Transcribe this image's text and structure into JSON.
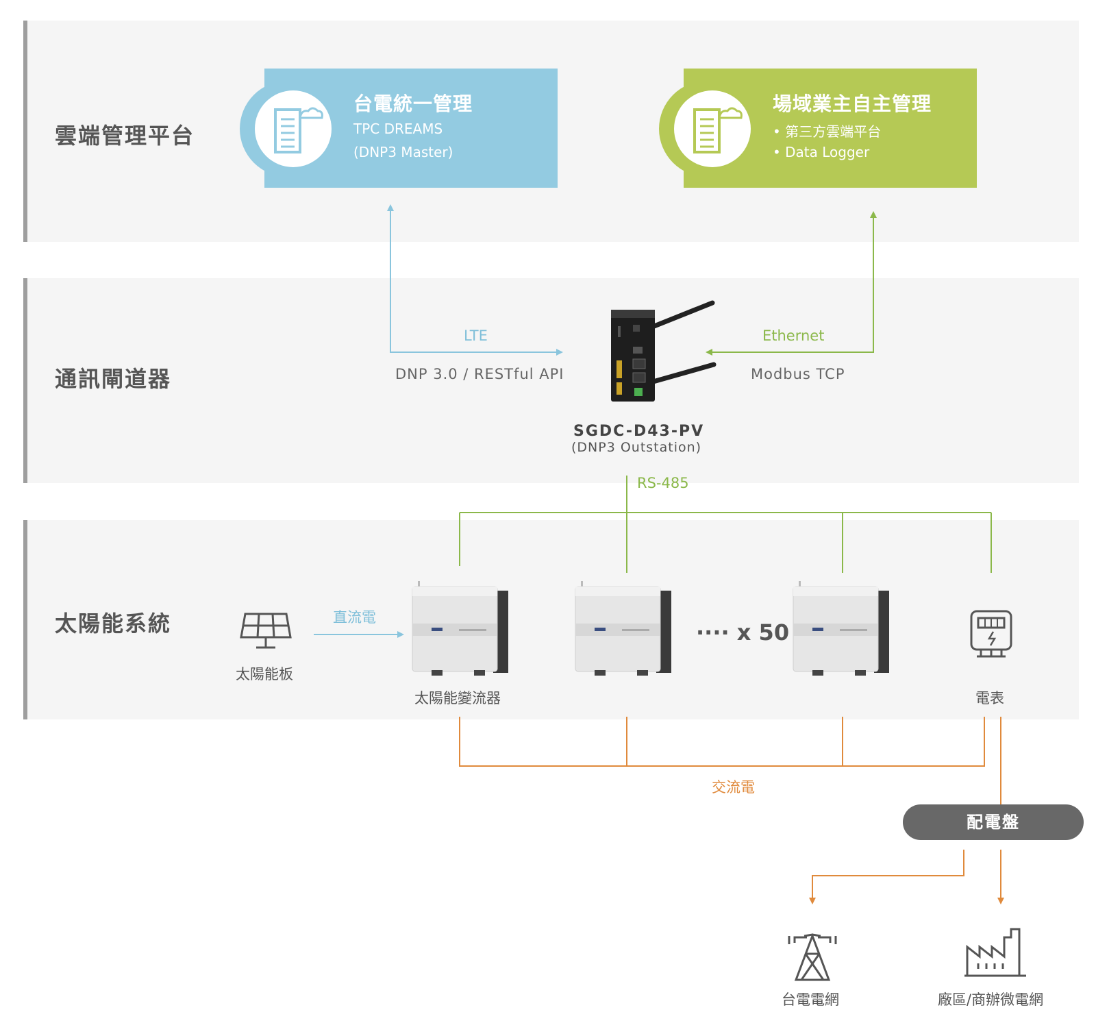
{
  "colors": {
    "blue": "#93cbe1",
    "green": "#b5c955",
    "blue_line": "#8ac5dd",
    "green_line": "#8bb84a",
    "orange_line": "#e08a3c",
    "dark_pill": "#686868"
  },
  "layers": {
    "cloud": "雲端管理平台",
    "gateway": "通訊閘道器",
    "solar": "太陽能系統"
  },
  "cloud_cards": {
    "tpc": {
      "title": "台電統一管理",
      "line1": "TPC DREAMS",
      "line2": "(DNP3 Master)",
      "icon": "server-cloud-icon"
    },
    "owner": {
      "title": "場域業主自主管理",
      "line1": "• 第三方雲端平台",
      "line2": "• Data Logger",
      "icon": "server-cloud-icon"
    }
  },
  "gateway": {
    "left_protocol": "LTE",
    "left_sub": "DNP 3.0 / RESTful API",
    "right_protocol": "Ethernet",
    "right_sub": "Modbus TCP",
    "device_name": "SGDC-D43-PV",
    "device_role": "(DNP3 Outstation)",
    "bus": "RS-485"
  },
  "solar": {
    "panel_label": "太陽能板",
    "dc_label": "直流電",
    "inverter_label": "太陽能變流器",
    "multiplier": "···· x 50",
    "meter_label": "電表",
    "ac_label": "交流電",
    "distribution_board": "配電盤",
    "grid_label": "台電電網",
    "microgrid_label": "廠區/商辦微電網"
  }
}
